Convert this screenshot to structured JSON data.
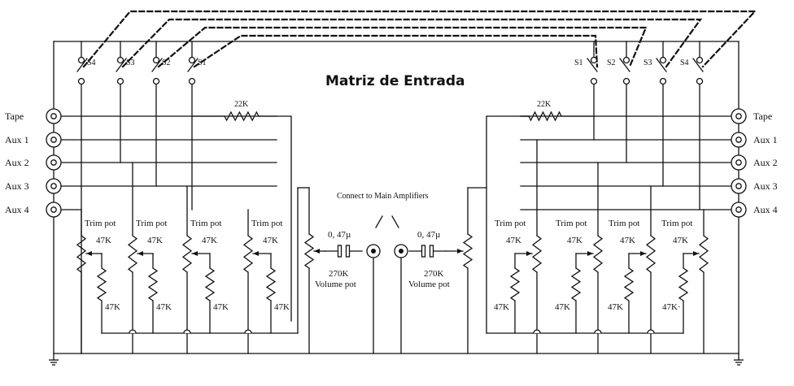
{
  "title": "Matriz de Entrada",
  "connect_label": "Connect to Main Amplifiers",
  "inputs": [
    "Tape",
    "Aux 1",
    "Aux 2",
    "Aux 3",
    "Aux 4"
  ],
  "switches": {
    "left": [
      "S4",
      "S3",
      "S2",
      "S1"
    ],
    "right": [
      "S1",
      "S2",
      "S3",
      "S4"
    ]
  },
  "components": {
    "series_resistor": "22K",
    "trimpot_name": "Trim pot",
    "trimpot_value": "47K",
    "shunt_value": "47K",
    "shunt_value_alt": "47K·",
    "capacitor": "0, 47µ",
    "volume_value": "270K",
    "volume_name": "Volume pot"
  },
  "colors": {
    "ink": "#111111",
    "background": "#ffffff"
  }
}
